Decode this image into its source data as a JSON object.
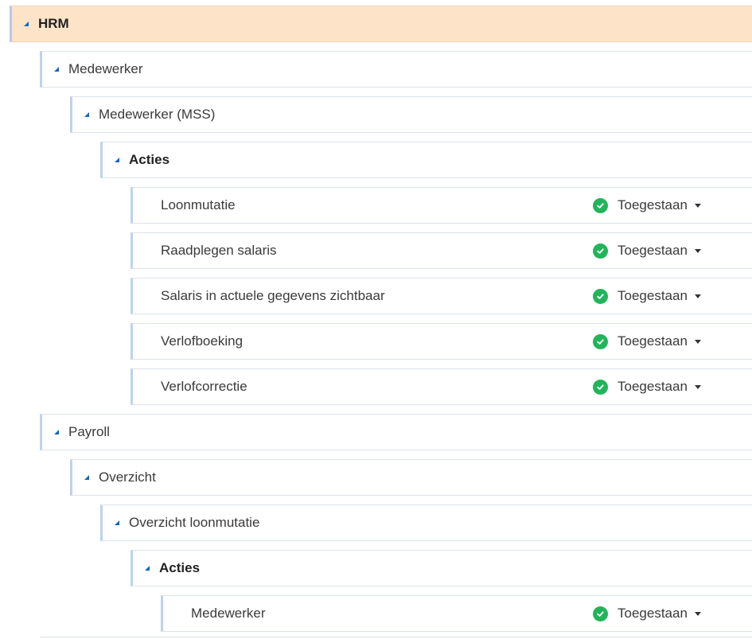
{
  "tree": [
    {
      "label": "HRM",
      "depth": 0,
      "kind": "group",
      "bold": true,
      "root": true
    },
    {
      "label": "Medewerker",
      "depth": 1,
      "kind": "group"
    },
    {
      "label": "Medewerker (MSS)",
      "depth": 2,
      "kind": "group"
    },
    {
      "label": "Acties",
      "depth": 3,
      "kind": "group",
      "bold": true
    },
    {
      "label": "Loonmutatie",
      "depth": 4,
      "kind": "leaf",
      "status": "Toegestaan"
    },
    {
      "label": "Raadplegen salaris",
      "depth": 4,
      "kind": "leaf",
      "status": "Toegestaan"
    },
    {
      "label": "Salaris in actuele gegevens zichtbaar",
      "depth": 4,
      "kind": "leaf",
      "status": "Toegestaan"
    },
    {
      "label": "Verlofboeking",
      "depth": 4,
      "kind": "leaf",
      "status": "Toegestaan"
    },
    {
      "label": "Verlofcorrectie",
      "depth": 4,
      "kind": "leaf",
      "status": "Toegestaan"
    },
    {
      "label": "Payroll",
      "depth": 1,
      "kind": "group"
    },
    {
      "label": "Overzicht",
      "depth": 2,
      "kind": "group"
    },
    {
      "label": "Overzicht loonmutatie",
      "depth": 3,
      "kind": "group"
    },
    {
      "label": "Acties",
      "depth": 4,
      "kind": "group",
      "bold": true
    },
    {
      "label": "Medewerker",
      "depth": 5,
      "kind": "leaf",
      "status": "Toegestaan"
    }
  ],
  "icons": {
    "expand": "caret-expanded-icon",
    "status": "check-circle-icon",
    "dropdown": "caret-down-icon"
  },
  "colors": {
    "root_background": "#fde4c8",
    "caret": "#1565c0",
    "status_ok": "#22b45a",
    "row_accent": "#bcd3ee"
  }
}
